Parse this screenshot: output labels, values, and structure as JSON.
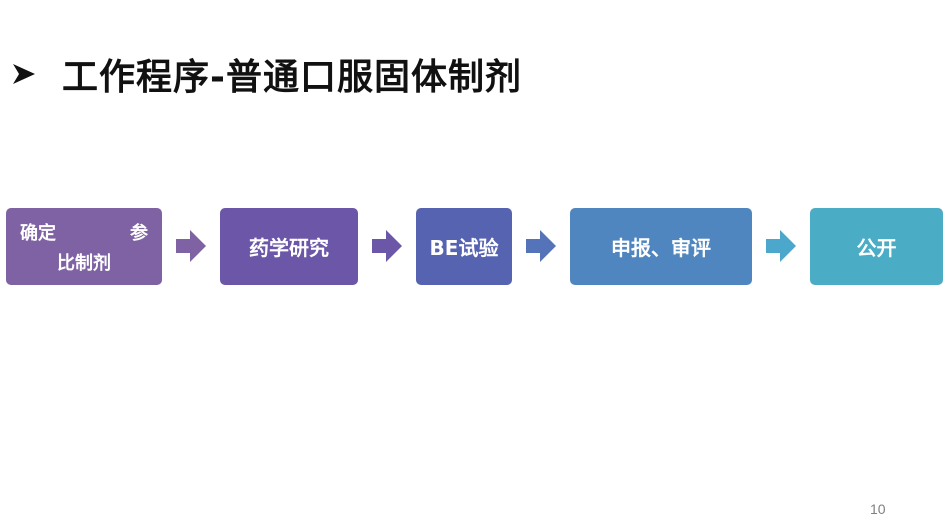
{
  "slide": {
    "title": "工作程序-普通口服固体制剂",
    "bullet_icon": "arrowhead-bullet-icon",
    "page_number": "10"
  },
  "flow": {
    "steps": [
      {
        "line1_left": "确定",
        "line1_right": "参",
        "line2": "比制剂",
        "color": "#7e62a3"
      },
      {
        "label": "药学研究",
        "color": "#6b56a8"
      },
      {
        "label": "BE试验",
        "color": "#5563b0"
      },
      {
        "label": "申报、审评",
        "color": "#4f86bf"
      },
      {
        "label": "公开",
        "color": "#4bacc6"
      }
    ],
    "arrow_icon": "chevron-right-arrow-icon",
    "arrow_colors": [
      "#7e62a3",
      "#6b56a8",
      "#5573b8",
      "#4ba7cb"
    ]
  }
}
